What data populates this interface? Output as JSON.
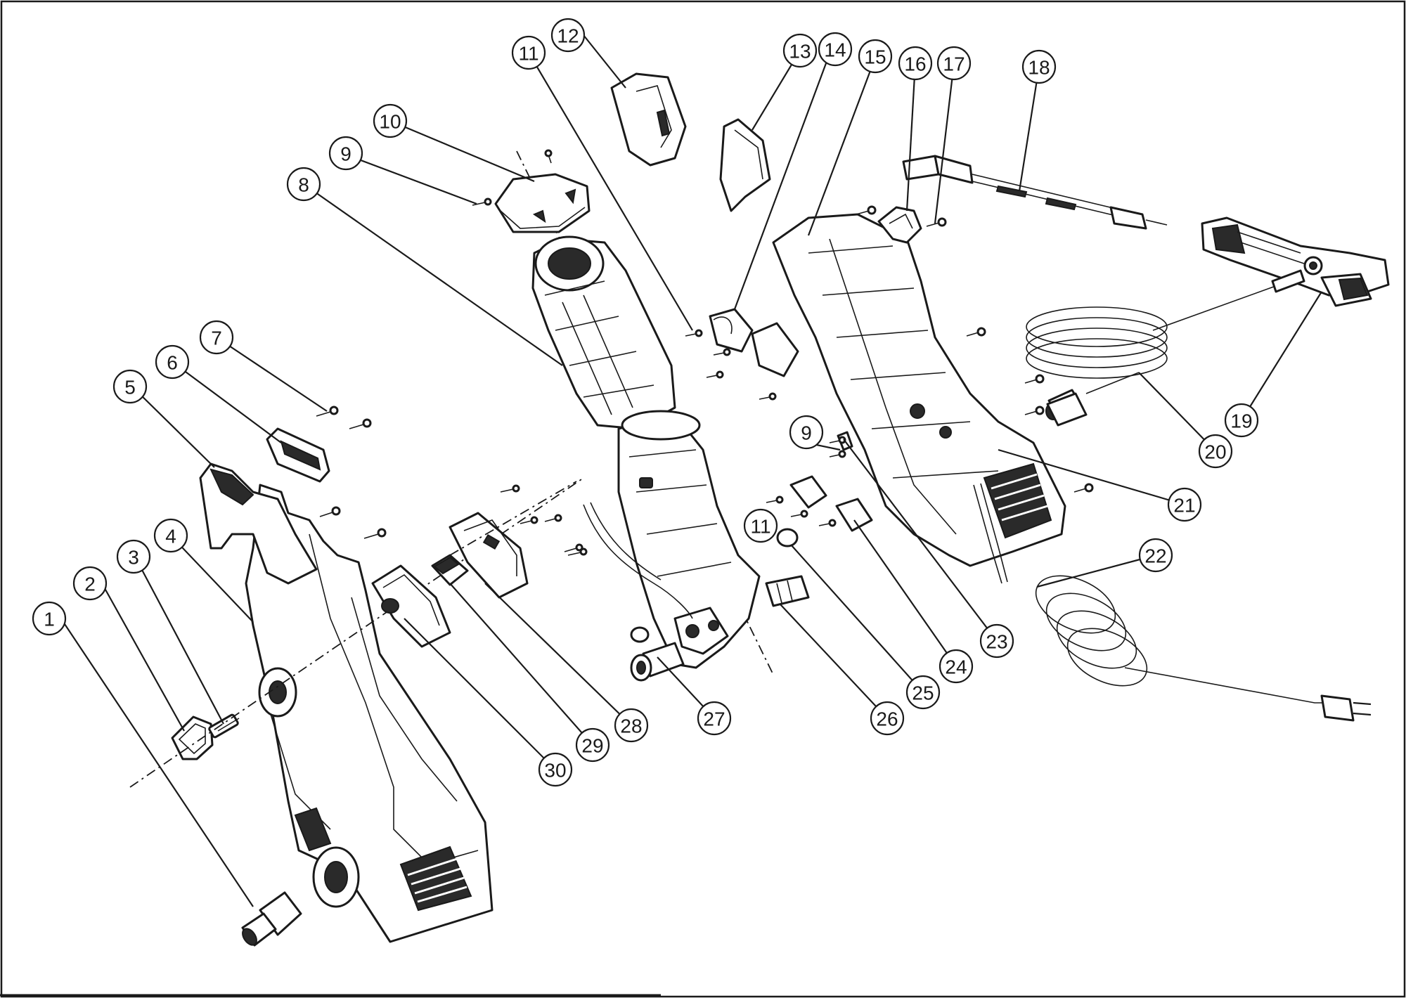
{
  "callouts": [
    {
      "number": "1"
    },
    {
      "number": "2"
    },
    {
      "number": "3"
    },
    {
      "number": "4"
    },
    {
      "number": "5"
    },
    {
      "number": "6"
    },
    {
      "number": "7"
    },
    {
      "number": "8"
    },
    {
      "number": "9"
    },
    {
      "number": "10"
    },
    {
      "number": "11"
    },
    {
      "number": "12"
    },
    {
      "number": "13"
    },
    {
      "number": "14"
    },
    {
      "number": "15"
    },
    {
      "number": "16"
    },
    {
      "number": "17"
    },
    {
      "number": "18"
    },
    {
      "number": "19"
    },
    {
      "number": "20"
    },
    {
      "number": "21"
    },
    {
      "number": "22"
    },
    {
      "number": "23"
    },
    {
      "number": "24"
    },
    {
      "number": "25"
    },
    {
      "number": "26"
    },
    {
      "number": "27"
    },
    {
      "number": "28"
    },
    {
      "number": "29"
    },
    {
      "number": "30"
    },
    {
      "number": "9"
    },
    {
      "number": "11"
    }
  ]
}
